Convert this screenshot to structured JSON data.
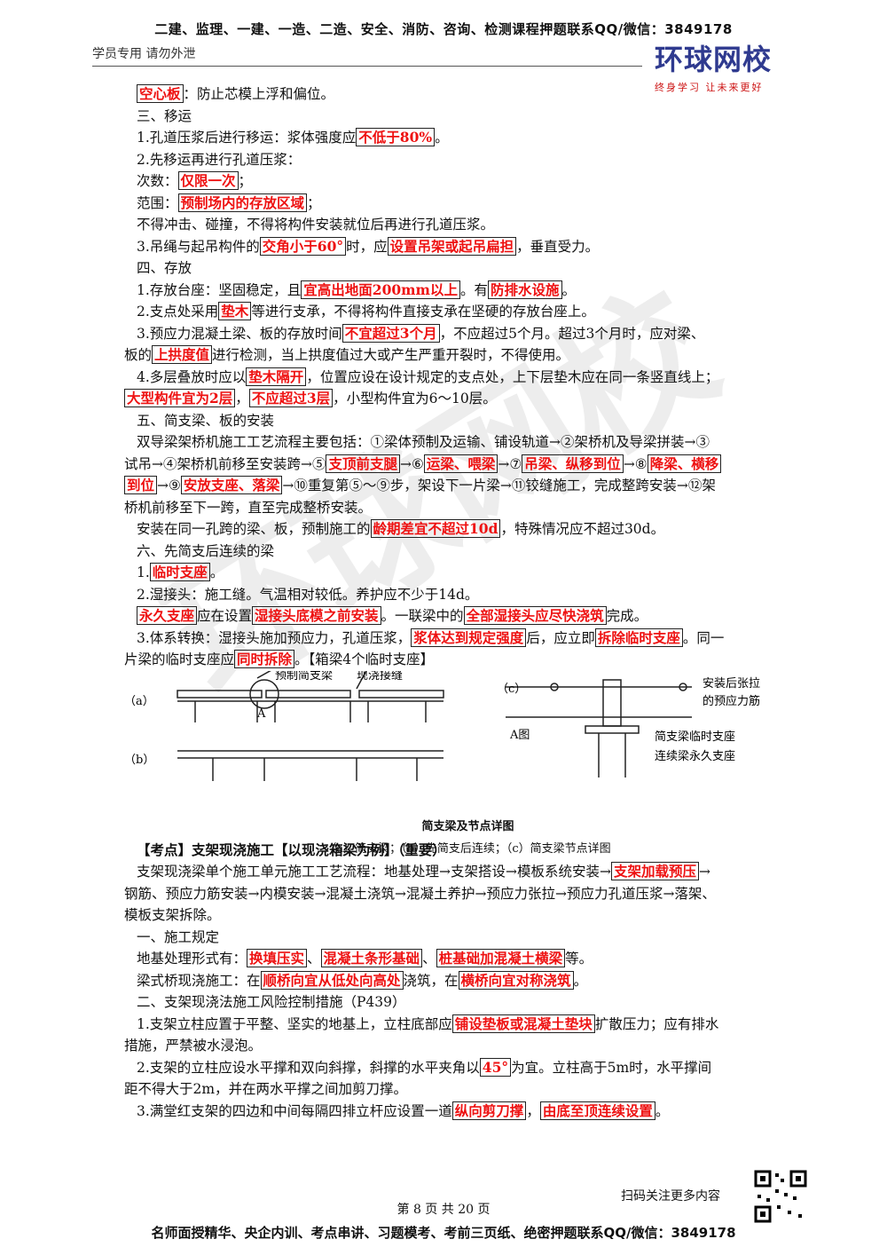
{
  "header": {
    "banner": "二建、监理、一建、一造、二造、安全、消防、咨询、检测课程押题联系QQ/微信：3849178",
    "left": "学员专用 请勿外泄",
    "logo_name": "环球网校",
    "logo_slogan": "终身学习 让未来更好"
  },
  "watermark": "环球网校",
  "lines": [
    {
      "i": 0,
      "s": [
        {
          "t": "空心板",
          "h": 1
        },
        {
          "t": "：防止芯模上浮和偏位。"
        }
      ]
    },
    {
      "i": 0,
      "s": [
        {
          "t": "三、移运"
        }
      ]
    },
    {
      "i": 0,
      "s": [
        {
          "t": "1.孔道压浆后进行移运：浆体强度应"
        },
        {
          "t": "不低于80%",
          "h": 1
        },
        {
          "t": "。"
        }
      ]
    },
    {
      "i": 0,
      "s": [
        {
          "t": "2.先移运再进行孔道压浆："
        }
      ]
    },
    {
      "i": 0,
      "s": [
        {
          "t": "次数："
        },
        {
          "t": "仅限一次",
          "h": 1
        },
        {
          "t": "；"
        }
      ]
    },
    {
      "i": 0,
      "s": [
        {
          "t": "范围："
        },
        {
          "t": "预制场内的存放区域",
          "h": 1
        },
        {
          "t": "；"
        }
      ]
    },
    {
      "i": 0,
      "s": [
        {
          "t": "不得冲击、碰撞，不得将构件安装就位后再进行孔道压浆。"
        }
      ]
    },
    {
      "i": 0,
      "s": [
        {
          "t": "3.吊绳与起吊构件的"
        },
        {
          "t": "交角小于60°",
          "h": 1
        },
        {
          "t": "时，应"
        },
        {
          "t": "设置吊架或起吊扁担",
          "h": 1
        },
        {
          "t": "，垂直受力。"
        }
      ]
    },
    {
      "i": 0,
      "s": [
        {
          "t": "四、存放"
        }
      ]
    },
    {
      "i": 0,
      "s": [
        {
          "t": "1.存放台座：坚固稳定，且"
        },
        {
          "t": "宜高出地面200mm以上",
          "h": 1
        },
        {
          "t": "。有"
        },
        {
          "t": "防排水设施",
          "h": 1
        },
        {
          "t": "。"
        }
      ]
    },
    {
      "i": 0,
      "s": [
        {
          "t": "2.支点处采用"
        },
        {
          "t": "垫木",
          "h": 1
        },
        {
          "t": "等进行支承，不得将构件直接支承在坚硬的存放台座上。"
        }
      ]
    },
    {
      "i": 0,
      "s": [
        {
          "t": "3.预应力混凝土梁、板的存放时间"
        },
        {
          "t": "不宜超过3个月",
          "h": 1
        },
        {
          "t": "，不应超过5个月。超过3个月时，应对梁、"
        }
      ]
    },
    {
      "i": 1,
      "s": [
        {
          "t": "板的"
        },
        {
          "t": "上拱度值",
          "h": 1
        },
        {
          "t": "进行检测，当上拱度值过大或产生严重开裂时，不得使用。"
        }
      ]
    },
    {
      "i": 0,
      "s": [
        {
          "t": "4.多层叠放时应以"
        },
        {
          "t": "垫木隔开",
          "h": 1
        },
        {
          "t": "，位置应设在设计规定的支点处，上下层垫木应在同一条竖直线上；"
        }
      ]
    },
    {
      "i": 1,
      "s": [
        {
          "t": "大型构件宜为2层",
          "h": 1
        },
        {
          "t": "，"
        },
        {
          "t": "不应超过3层",
          "h": 1
        },
        {
          "t": "，小型构件宜为6～10层。"
        }
      ]
    },
    {
      "i": 0,
      "s": [
        {
          "t": "五、简支梁、板的安装"
        }
      ]
    },
    {
      "i": 0,
      "s": [
        {
          "t": "双导梁架桥机施工工艺流程主要包括：①梁体预制及运输、铺设轨道→②架桥机及导梁拼装→③"
        }
      ]
    },
    {
      "i": 1,
      "s": [
        {
          "t": "试吊→④架桥机前移至安装跨→⑤"
        },
        {
          "t": "支顶前支腿",
          "h": 1
        },
        {
          "t": "→⑥"
        },
        {
          "t": "运梁、喂梁",
          "h": 1
        },
        {
          "t": "→⑦"
        },
        {
          "t": "吊梁、纵移到位",
          "h": 1
        },
        {
          "t": "→⑧"
        },
        {
          "t": "降梁、横移",
          "h": 1
        }
      ]
    },
    {
      "i": 1,
      "s": [
        {
          "t": "到位",
          "h": 1
        },
        {
          "t": "→⑨"
        },
        {
          "t": "安放支座、落梁",
          "h": 1
        },
        {
          "t": "→⑩重复第⑤～⑨步，架设下一片梁→⑪铰缝施工，完成整跨安装→⑫架"
        }
      ]
    },
    {
      "i": 1,
      "s": [
        {
          "t": "桥机前移至下一跨，直至完成整桥安装。"
        }
      ]
    },
    {
      "i": 0,
      "s": [
        {
          "t": "安装在同一孔跨的梁、板，预制施工的"
        },
        {
          "t": "龄期差宜不超过10d",
          "h": 1
        },
        {
          "t": "，特殊情况应不超过30d。"
        }
      ]
    },
    {
      "i": 0,
      "s": [
        {
          "t": "六、先简支后连续的梁"
        }
      ]
    },
    {
      "i": 0,
      "s": [
        {
          "t": "1."
        },
        {
          "t": "临时支座",
          "h": 1
        },
        {
          "t": "。"
        }
      ]
    },
    {
      "i": 0,
      "s": [
        {
          "t": "2.湿接头：施工缝。气温相对较低。养护应不少于14d。"
        }
      ]
    },
    {
      "i": 0,
      "s": [
        {
          "t": "永久支座",
          "h": 1
        },
        {
          "t": "应在设置"
        },
        {
          "t": "湿接头底模之前安装",
          "h": 1
        },
        {
          "t": "。一联梁中的"
        },
        {
          "t": "全部湿接头应尽快浇筑",
          "h": 1
        },
        {
          "t": "完成。"
        }
      ]
    },
    {
      "i": 0,
      "s": [
        {
          "t": "3.体系转换：湿接头施加预应力，孔道压浆，"
        },
        {
          "t": "浆体达到规定强度",
          "h": 1
        },
        {
          "t": "后，应立即"
        },
        {
          "t": "拆除临时支座",
          "h": 1
        },
        {
          "t": "。同一"
        }
      ]
    },
    {
      "i": 1,
      "s": [
        {
          "t": "片梁的临时支座应"
        },
        {
          "t": "同时拆除",
          "h": 1
        },
        {
          "t": "。【箱梁4个临时支座】"
        }
      ]
    }
  ],
  "figure": {
    "label_a": "（a）",
    "label_b": "（b）",
    "label_c": "（c）",
    "label_A": "A",
    "label_Afig": "A图",
    "precast": "预制简支梁",
    "cast_joint": "现浇接缝",
    "tension1": "安装后张拉",
    "tension2": "的预应力筋",
    "temp_support": "简支梁临时支座",
    "perm_support": "连续梁永久支座",
    "title": "简支梁及节点详图",
    "caption": "（a）简支梁；（b）先简支后连续；（c）简支梁节点详图"
  },
  "lines2": [
    {
      "i": 0,
      "b": 1,
      "s": [
        {
          "t": "【考点】支架现浇施工【以现浇箱梁为例】（重要）"
        }
      ]
    },
    {
      "i": 0,
      "s": [
        {
          "t": "支架现浇梁单个施工单元施工工艺流程：地基处理→支架搭设→模板系统安装→"
        },
        {
          "t": "支架加载预压",
          "h": 1
        },
        {
          "t": "→"
        }
      ]
    },
    {
      "i": 1,
      "s": [
        {
          "t": "钢筋、预应力筋安装→内模安装→混凝土浇筑→混凝土养护→预应力张拉→预应力孔道压浆→落架、"
        }
      ]
    },
    {
      "i": 1,
      "s": [
        {
          "t": "模板支架拆除。"
        }
      ]
    },
    {
      "i": 0,
      "s": [
        {
          "t": "一、施工规定"
        }
      ]
    },
    {
      "i": 0,
      "s": [
        {
          "t": "地基处理形式有："
        },
        {
          "t": "换填压实",
          "h": 1
        },
        {
          "t": "、"
        },
        {
          "t": "混凝土条形基础",
          "h": 1
        },
        {
          "t": "、"
        },
        {
          "t": "桩基础加混凝土横梁",
          "h": 1
        },
        {
          "t": "等。"
        }
      ]
    },
    {
      "i": 0,
      "s": [
        {
          "t": "梁式桥现浇施工：在"
        },
        {
          "t": "顺桥向宜从低处向高处",
          "h": 1
        },
        {
          "t": "浇筑，在"
        },
        {
          "t": "横桥向宜对称浇筑",
          "h": 1
        },
        {
          "t": "。"
        }
      ]
    },
    {
      "i": 0,
      "s": [
        {
          "t": "二、支架现浇法施工风险控制措施（P439）"
        }
      ]
    },
    {
      "i": 0,
      "s": [
        {
          "t": "1.支架立柱应置于平整、坚实的地基上，立柱底部应"
        },
        {
          "t": "铺设垫板或混凝土垫块",
          "h": 1
        },
        {
          "t": "扩散压力；应有排水"
        }
      ]
    },
    {
      "i": 1,
      "s": [
        {
          "t": "措施，严禁被水浸泡。"
        }
      ]
    },
    {
      "i": 0,
      "s": [
        {
          "t": "2.支架的立柱应设水平撑和双向斜撑，斜撑的水平夹角以"
        },
        {
          "t": "45°",
          "h": 1
        },
        {
          "t": "为宜。立柱高于5m时，水平撑间"
        }
      ]
    },
    {
      "i": 1,
      "s": [
        {
          "t": "距不得大于2m，并在两水平撑之间加剪刀撑。"
        }
      ]
    },
    {
      "i": 0,
      "s": [
        {
          "t": "3.满堂红支架的四边和中间每隔四排立杆应设置一道"
        },
        {
          "t": "纵向剪刀撑",
          "h": 1
        },
        {
          "t": "，"
        },
        {
          "t": "由底至顶连续设置",
          "h": 1
        },
        {
          "t": "。"
        }
      ]
    }
  ],
  "footer": {
    "scan": "扫码关注更多内容",
    "page": "第 8 页 共 20 页",
    "bottom": "名师面授精华、央企内训、考点串讲、习题模考、考前三页纸、绝密押题联系QQ/微信：3849178"
  }
}
